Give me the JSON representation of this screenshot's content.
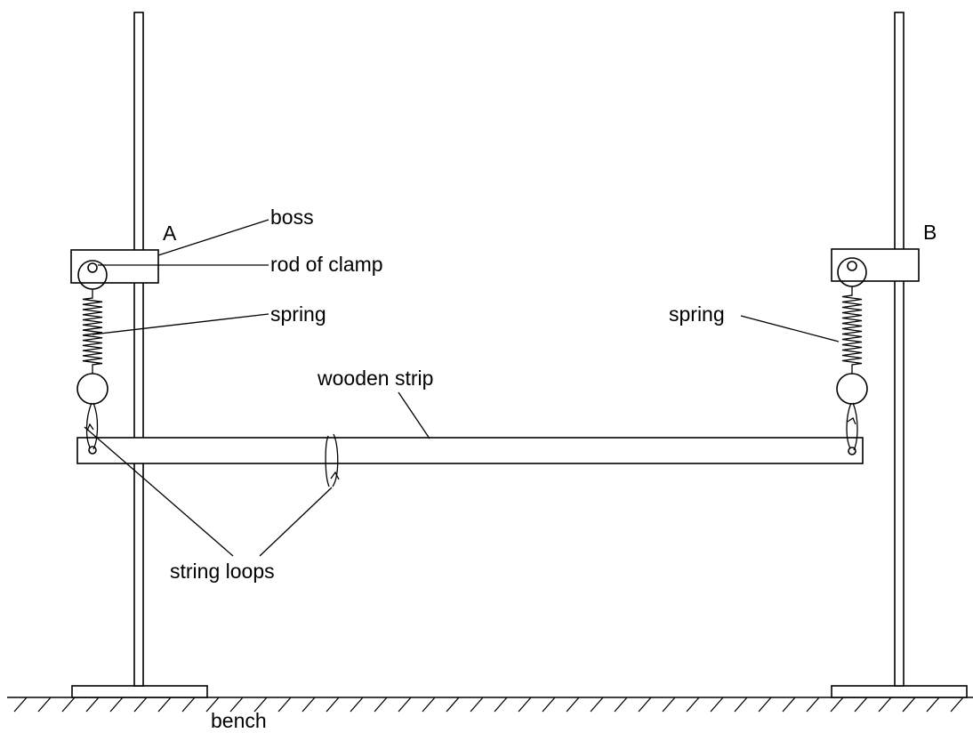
{
  "labels": {
    "point_a": "A",
    "point_b": "B",
    "boss": "boss",
    "rod_of_clamp": "rod of clamp",
    "spring_left": "spring",
    "spring_right": "spring",
    "wooden_strip": "wooden strip",
    "string_loops": "string loops",
    "bench": "bench"
  },
  "colors": {
    "line": "#000000",
    "background": "#ffffff"
  }
}
